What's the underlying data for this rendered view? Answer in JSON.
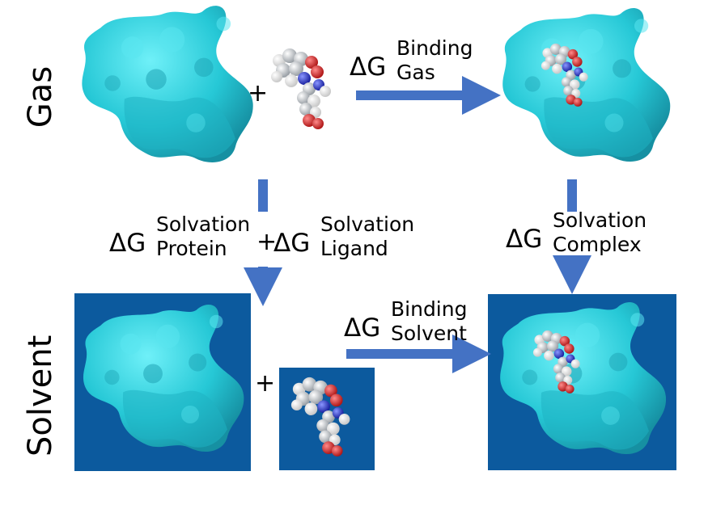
{
  "labels": {
    "gas": "Gas",
    "solvent": "Solvent",
    "plus_symbol": "+"
  },
  "terms": {
    "delta_g_symbol": "ΔG",
    "binding_gas": {
      "sup": "Binding",
      "sub": "Gas"
    },
    "binding_solvent": {
      "sup": "Binding",
      "sub": "Solvent"
    },
    "solvation_protein": {
      "sup": "Solvation",
      "sub": "Protein"
    },
    "solvation_ligand": {
      "sup": "Solvation",
      "sub": "Ligand"
    },
    "solvation_complex": {
      "sup": "Solvation",
      "sub": "Complex"
    }
  },
  "colors": {
    "arrow": "#4472C4",
    "protein_surface": "#26C8D6",
    "protein_shadow": "#1A9EB0",
    "solvent_background": "#0C5A9E",
    "carbon": "#D0D4D8",
    "oxygen": "#D0262A",
    "nitrogen": "#2030C8",
    "hydrogen": "#F4F4F4"
  }
}
